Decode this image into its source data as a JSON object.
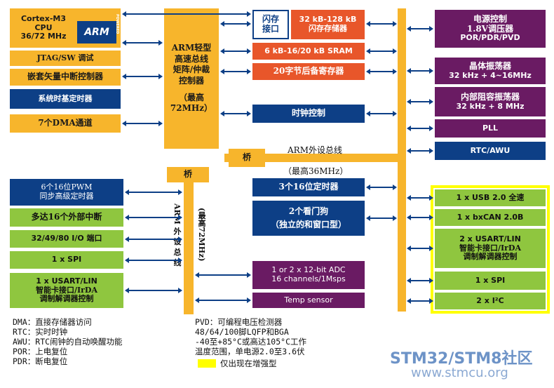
{
  "cpu": {
    "title": "Cortex-M3",
    "sub": "CPU",
    "freq": "36/72 MHz",
    "logo": "ARM",
    "logo_small": "POWERED"
  },
  "left": {
    "jtag": "JTAG/SW 调试",
    "nvic": "嵌套矢量中断控制器",
    "systick": "系统时基定时器",
    "dma": "7个DMA通道",
    "pwm_line1": "6个16位PWM",
    "pwm_line2": "同步高级定时器",
    "exti": "多达16个外部中断",
    "io": "32/49/80 I/O 端口",
    "spi": "1 x SPI",
    "usart_line1": "1 x USART/LIN",
    "usart_line2": "智能卡接口/IrDA",
    "usart_line3": "调制解调器控制"
  },
  "matrix": {
    "l1": "ARM轻型",
    "l2": "高速总线",
    "l3": "矩阵/仲裁",
    "l4": "控制器",
    "l5": "（最高",
    "l6": "72MHz）"
  },
  "bridges": {
    "b1": "桥",
    "b2": "桥"
  },
  "ahb_label": "ARM 外 设 总 线",
  "ahb_freq": "(最高72MHz)",
  "flash": {
    "label": "闪存接口",
    "mem1": "32 kB-128 kB",
    "mem2": "闪存存储器"
  },
  "sram": "6 kB-16/20 kB SRAM",
  "backup": "20字节后备寄存器",
  "clock_ctrl": "时钟控制",
  "apb_label": "ARM外设总线",
  "apb_freq": "（最高36MHz）",
  "timers": "3个16位定时器",
  "wdg": {
    "l1": "2个看门狗",
    "l2": "（独立的和窗口型）"
  },
  "adc": {
    "l1": "1 or 2 x 12-bit ADC",
    "l2": "16 channels/1Msps"
  },
  "temp": "Temp sensor",
  "right": {
    "power_l1": "电源控制",
    "power_l2": "1.8V调压器",
    "power_l3": "POR/PDR/PVD",
    "xtal_l1": "晶体振荡器",
    "xtal_l2": "32 kHz + 4~16MHz",
    "rc_l1": "内部阻容振荡器",
    "rc_l2": "32 kHz + 8 MHz",
    "pll": "PLL",
    "rtc": "RTC/AWU",
    "usb": "1 x USB 2.0 全速",
    "can": "1 x bxCAN 2.0B",
    "usart2_l1": "2 x USART/LIN",
    "usart2_l2": "智能卡接口/IrDA",
    "usart2_l3": "调制解调器控制",
    "spi": "1 x SPI",
    "i2c": "2 x I²C"
  },
  "legend_left": [
    "DMA：直接存储器访问",
    "RTC：实时时钟",
    "AWU：RTC闹钟的自动唤醒功能",
    "POR：上电复位",
    "PDR：断电复位"
  ],
  "legend_right": [
    "PVD：可编程电压检测器",
    "48/64/100脚LQFP和BGA",
    "-40至+85°C或高达105°C工作",
    "温度范围，单电源2.0至3.6伏"
  ],
  "legend_enhanced": "仅出现在增强型",
  "watermark": {
    "brand": "STM32/STM8社区",
    "url": "www.stmcu.org"
  },
  "colors": {
    "yellow": "#f7b52c",
    "blue": "#0d3f86",
    "green": "#8fc63f",
    "orange": "#e8562a",
    "purple": "#6a1b63",
    "highlight": "#ffff00"
  }
}
